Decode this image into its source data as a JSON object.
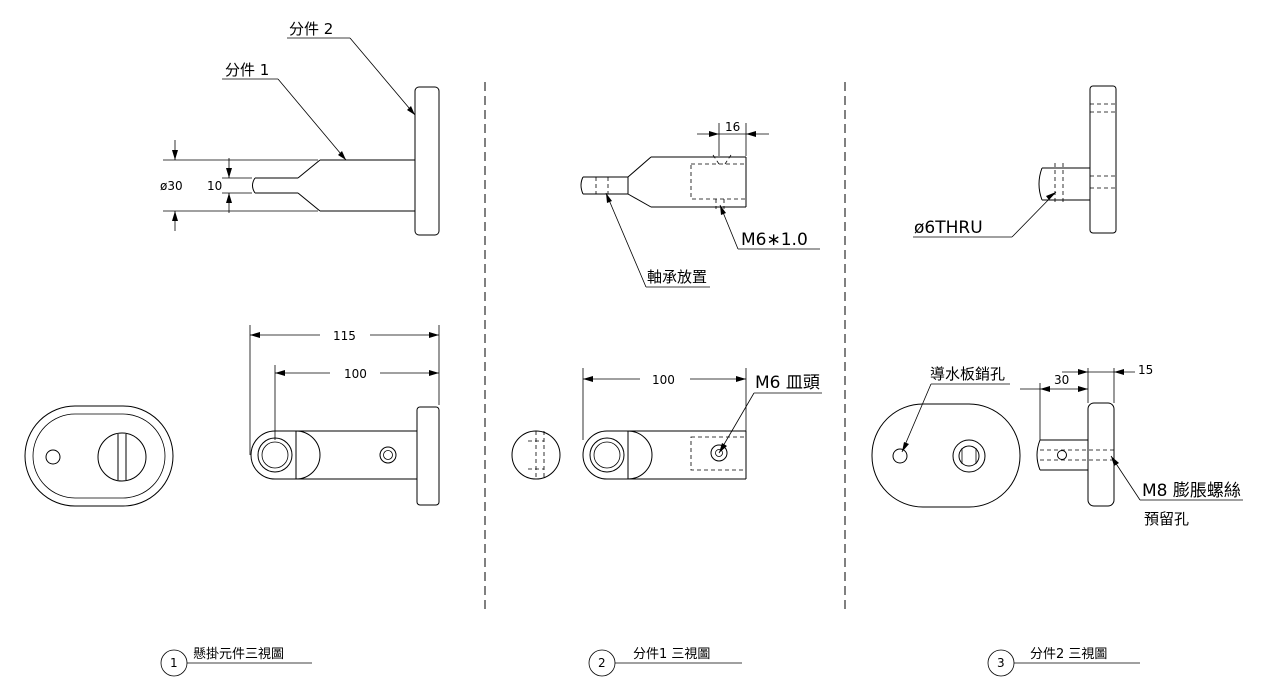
{
  "view1": {
    "leader_part2": "分件 2",
    "leader_part1": "分件 1",
    "dim_dia30": "ø30",
    "dim_10": "10",
    "dim_115": "115",
    "dim_100": "100",
    "title_number": "1",
    "title": "懸掛元件三視圖"
  },
  "view2": {
    "dim_16": "16",
    "thread_label": "M6∗1.0",
    "bearing_label": "軸承放置",
    "dim_100": "100",
    "screw_label": "M6 皿頭",
    "title_number": "2",
    "title": "分件1 三視圖"
  },
  "view3": {
    "thru_label": "ø6THRU",
    "pin_hole_label": "導水板銷孔",
    "dim_30": "30",
    "dim_15": "15",
    "anchor_label": "M8 膨脹螺絲",
    "reserve_label": "預留孔",
    "title_number": "3",
    "title": "分件2 三視圖"
  }
}
